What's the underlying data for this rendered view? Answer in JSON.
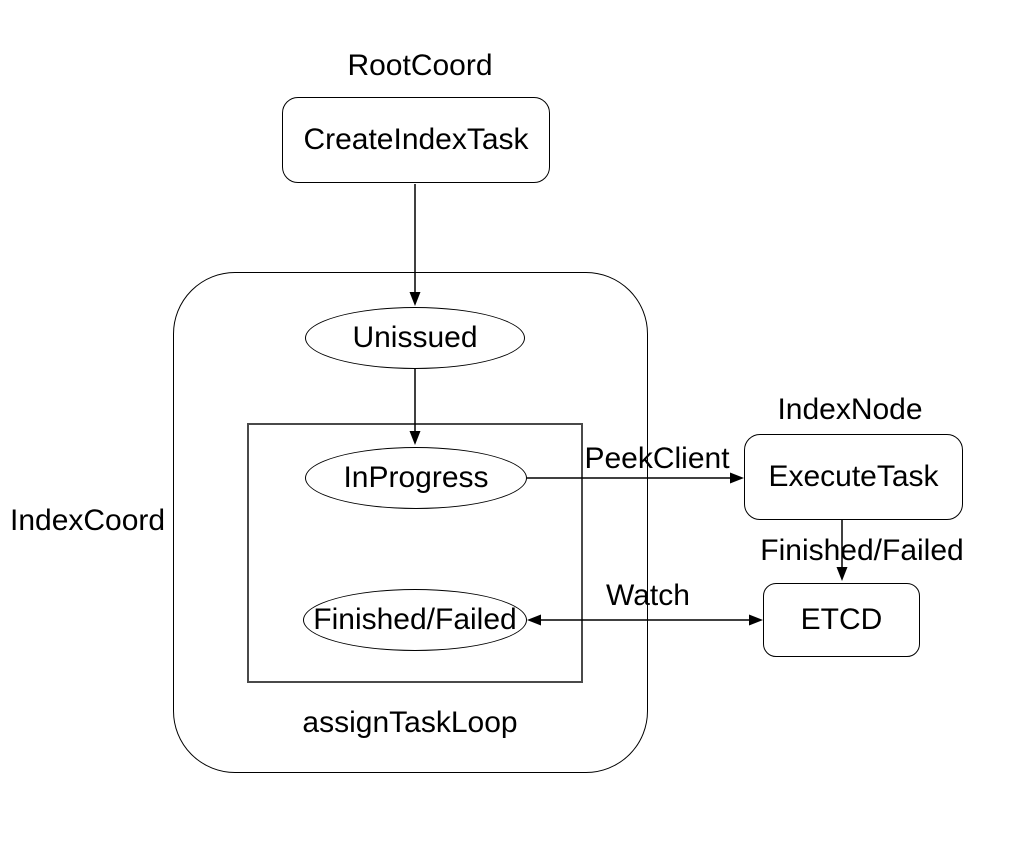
{
  "colors": {
    "background": "#ffffff",
    "stroke": "#000000",
    "group_inner_stroke": "#4a4a4a",
    "text": "#000000"
  },
  "labels": {
    "root_coord": "RootCoord",
    "index_node": "IndexNode",
    "index_coord": "IndexCoord",
    "assign_task_loop": "assignTaskLoop"
  },
  "nodes": {
    "create_index_task": {
      "label": "CreateIndexTask",
      "shape": "rounded-rect"
    },
    "unissued": {
      "label": "Unissued",
      "shape": "ellipse"
    },
    "in_progress": {
      "label": "InProgress",
      "shape": "ellipse"
    },
    "finished_failed": {
      "label": "Finished/Failed",
      "shape": "ellipse"
    },
    "execute_task": {
      "label": "ExecuteTask",
      "shape": "rounded-rect"
    },
    "etcd": {
      "label": "ETCD",
      "shape": "rounded-rect"
    }
  },
  "edges": [
    {
      "from": "create_index_task",
      "to": "unissued",
      "label": "",
      "direction": "one-way"
    },
    {
      "from": "unissued",
      "to": "in_progress",
      "label": "",
      "direction": "one-way"
    },
    {
      "from": "in_progress",
      "to": "execute_task",
      "label": "PeekClient",
      "direction": "one-way"
    },
    {
      "from": "execute_task",
      "to": "etcd",
      "label": "Finished/Failed",
      "direction": "one-way"
    },
    {
      "from": "etcd",
      "to": "finished_failed",
      "label": "Watch",
      "direction": "two-way"
    }
  ]
}
